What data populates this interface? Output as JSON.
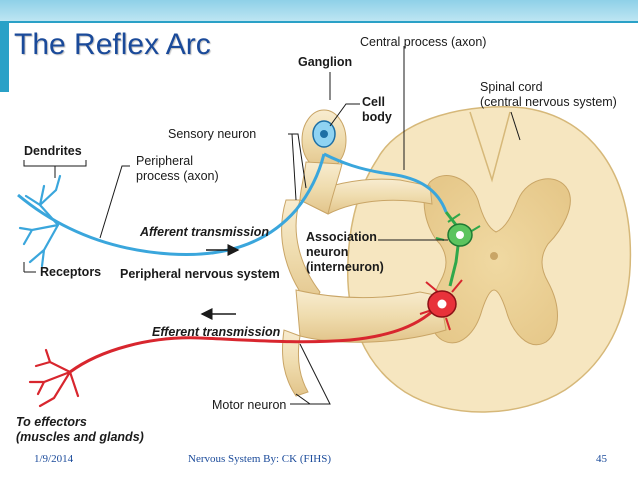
{
  "title": "The Reflex Arc",
  "labels": {
    "dendrites": "Dendrites",
    "peripheral_process_1": "Peripheral",
    "peripheral_process_2": "process (axon)",
    "receptors": "Receptors",
    "sensory_neuron": "Sensory neuron",
    "ganglion": "Ganglion",
    "central_process": "Central process (axon)",
    "cell_body_1": "Cell",
    "cell_body_2": "body",
    "spinal_cord_1": "Spinal cord",
    "spinal_cord_2": "(central nervous system)",
    "afferent": "Afferent transmission",
    "peripheral_nervous_system": "Peripheral nervous system",
    "association_1": "Association",
    "association_2": "neuron",
    "association_3": "(interneuron)",
    "efferent": "Efferent transmission",
    "motor_neuron": "Motor neuron",
    "effectors_1": "To effectors",
    "effectors_2": "(muscles and glands)"
  },
  "footer": {
    "date": "1/9/2014",
    "course": "Nervous System By: CK (FIHS)",
    "page": "45"
  },
  "colors": {
    "sensory": "#3aa6dc",
    "interneuron": "#2fa84a",
    "motor": "#d8262e",
    "tissue": "#f4e2b6",
    "title": "#1a4a9a",
    "accent": "#2aa1c7"
  }
}
